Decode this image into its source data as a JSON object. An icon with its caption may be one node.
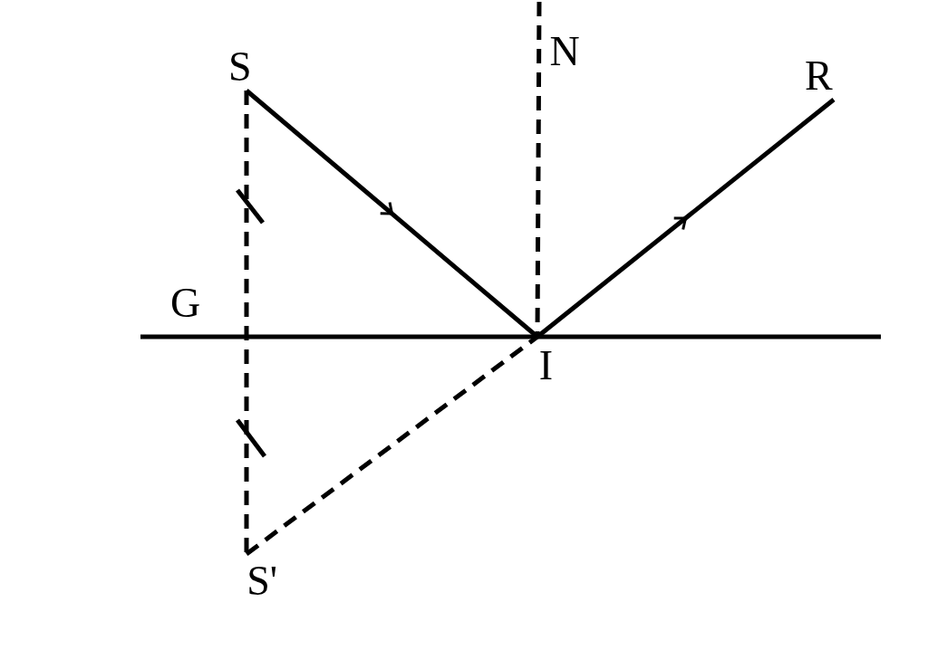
{
  "diagram": {
    "nodes": [
      {
        "text": [
          "S"
        ]
      },
      {
        "text": [
          "N"
        ]
      },
      {
        "text": [
          "R"
        ]
      },
      {
        "text": [
          "I"
        ]
      },
      {
        "text": [
          "S'"
        ]
      }
    ],
    "edges": [
      {
        "from": 0,
        "to": 3,
        "arrow": "to"
      },
      {
        "from": 3,
        "to": 2,
        "arrow": "to"
      },
      {
        "from": 1,
        "to": 3,
        "arrow": "none",
        "style": "dashed"
      },
      {
        "from": 0,
        "to": 4,
        "arrow": "none",
        "style": "dashed"
      },
      {
        "from": 4,
        "to": 3,
        "arrow": "none",
        "style": "dashed"
      }
    ],
    "labels": [
      "G"
    ]
  }
}
